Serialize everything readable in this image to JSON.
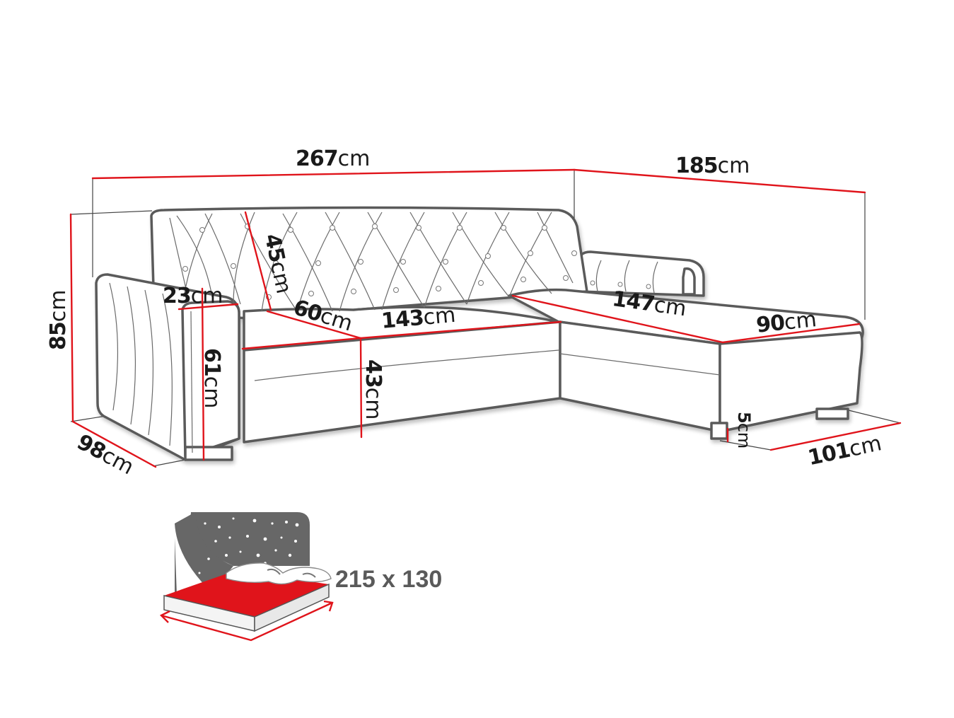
{
  "product": "corner-sofa-dimension-diagram",
  "colors": {
    "dimension_line": "#e0141b",
    "outline": "#5a5a5a",
    "text": "#1a1a1a",
    "bed_icon_gray": "#676767",
    "bed_icon_red": "#e0141b",
    "bed_text": "#5a5a5a"
  },
  "unit": "cm",
  "dimensions": {
    "total_width": {
      "value": "267",
      "unit": "cm"
    },
    "chaise_length": {
      "value": "185",
      "unit": "cm"
    },
    "total_height": {
      "value": "85",
      "unit": "cm"
    },
    "backrest_height": {
      "value": "45",
      "unit": "cm"
    },
    "armrest_width": {
      "value": "23",
      "unit": "cm"
    },
    "armrest_height": {
      "value": "61",
      "unit": "cm"
    },
    "seat_depth": {
      "value": "60",
      "unit": "cm"
    },
    "seat_width": {
      "value": "143",
      "unit": "cm"
    },
    "seat_height": {
      "value": "43",
      "unit": "cm"
    },
    "chaise_seat_length": {
      "value": "147",
      "unit": "cm"
    },
    "chaise_seat_width": {
      "value": "90",
      "unit": "cm"
    },
    "total_depth": {
      "value": "98",
      "unit": "cm"
    },
    "chaise_width": {
      "value": "101",
      "unit": "cm"
    },
    "leg_height": {
      "value": "5",
      "unit": "cm"
    }
  },
  "sleeping_area": {
    "icon": "bed-night-icon",
    "label": "215 x 130"
  }
}
